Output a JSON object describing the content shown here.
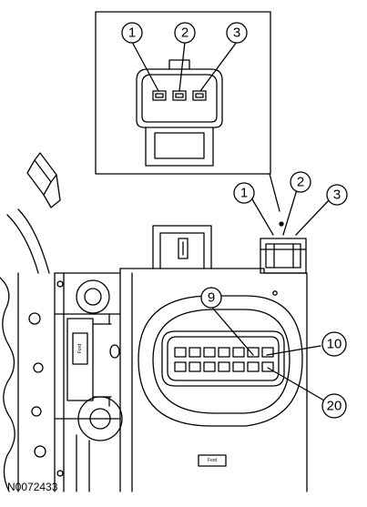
{
  "figure": {
    "id": "N0072433"
  },
  "callouts": {
    "detail_pin_1": "1",
    "detail_pin_2": "2",
    "detail_pin_3": "3",
    "side_pin_1": "1",
    "side_pin_2": "2",
    "side_pin_3": "3",
    "pin_9": "9",
    "pin_10": "10",
    "pin_20": "20"
  },
  "labels": {
    "part_mark": "Ford"
  },
  "connectors": {
    "small_connector_pins": 3,
    "large_connector_pins_per_row": 7,
    "large_connector_rows": 2
  }
}
